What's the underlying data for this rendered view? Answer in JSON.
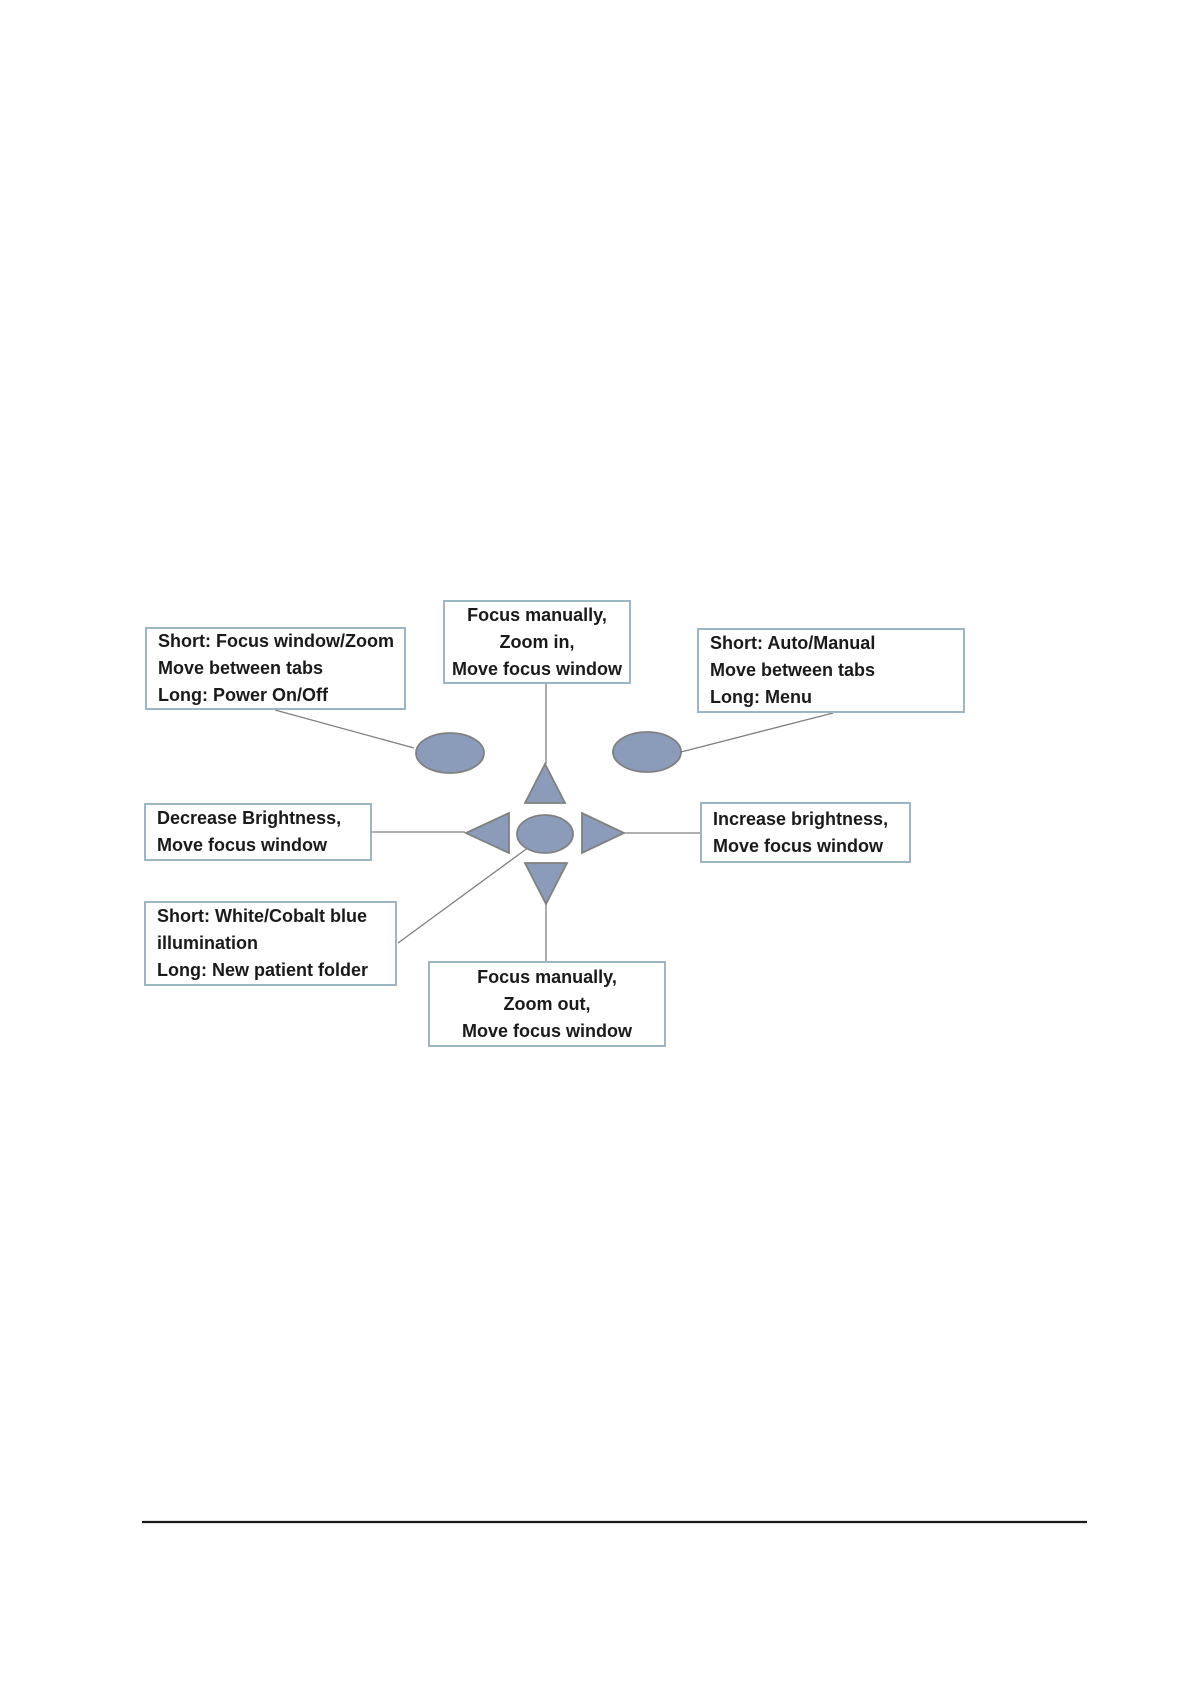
{
  "colors": {
    "shape_fill": "#8b9cba",
    "shape_border": "#7f8080",
    "box_border": "#9db6c6",
    "connector": "#7f7f7f",
    "footer_rule": "#1a1a1a",
    "text": "#1a1a1a"
  },
  "diagram": {
    "boxes": {
      "top": {
        "lines": [
          "Focus manually,",
          "Zoom in,",
          "Move focus window"
        ]
      },
      "upper_left": {
        "lines": [
          "Short: Focus window/Zoom",
          "Move between tabs",
          "Long: Power On/Off"
        ]
      },
      "upper_right": {
        "lines": [
          "Short: Auto/Manual",
          "Move between tabs",
          "Long: Menu"
        ]
      },
      "mid_left": {
        "lines": [
          "Decrease Brightness,",
          "Move focus window"
        ]
      },
      "mid_right": {
        "lines": [
          "Increase brightness,",
          "Move focus window"
        ]
      },
      "lower_left": {
        "lines": [
          "Short: White/Cobalt blue",
          "illumination",
          "Long: New patient folder"
        ]
      },
      "bottom": {
        "lines": [
          "Focus manually,",
          "Zoom out,",
          "Move focus window"
        ]
      }
    },
    "shapes": {
      "left_oval": "left oval button",
      "right_oval": "right oval button",
      "up_arrow": "up arrow key",
      "down_arrow": "down arrow key",
      "left_arrow": "left arrow key",
      "right_arrow": "right arrow key",
      "center_button": "center round button"
    }
  }
}
